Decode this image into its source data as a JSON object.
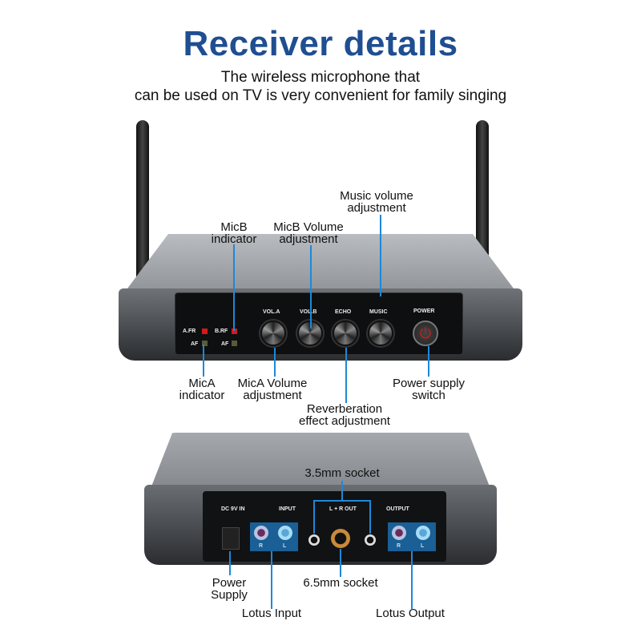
{
  "header": {
    "title": "Receiver details",
    "subtitle_lines": [
      "The wireless microphone that",
      "can be used on TV is very convenient for family singing"
    ]
  },
  "front_panel": {
    "labels": {
      "a_fr": "A.FR",
      "b_rf": "B.RF",
      "af_a": "AF",
      "af_b": "AF",
      "vol_a": "VOL.A",
      "vol_b": "VOL.B",
      "echo": "ECHO",
      "music": "MUSIC",
      "power": "POWER",
      "minus": "−",
      "plus": "+"
    },
    "callouts": {
      "music_volume": [
        "Music volume",
        "adjustment"
      ],
      "micb_indicator": [
        "MicB",
        "indicator"
      ],
      "micb_volume": [
        "MicB Volume",
        "adjustment"
      ],
      "mica_indicator": [
        "MicA",
        "indicator"
      ],
      "mica_volume": [
        "MicA Volume",
        "adjustment"
      ],
      "power_switch": [
        "Power supply",
        "switch"
      ],
      "reverb": [
        "Reverberation",
        "effect adjustment"
      ]
    }
  },
  "rear_panel": {
    "labels": {
      "dc_in": "DC 9V IN",
      "input": "INPUT",
      "lr_out": "L + R OUT",
      "output": "OUTPUT",
      "r": "R",
      "l": "L"
    },
    "callouts": {
      "socket_35": "3.5mm socket",
      "socket_65": "6.5mm socket",
      "power_supply": [
        "Power",
        "Supply"
      ],
      "lotus_input": "Lotus Input",
      "lotus_output": "Lotus Output"
    }
  },
  "colors": {
    "title": "#1f4e91",
    "callout_line": "#1e88d8"
  }
}
